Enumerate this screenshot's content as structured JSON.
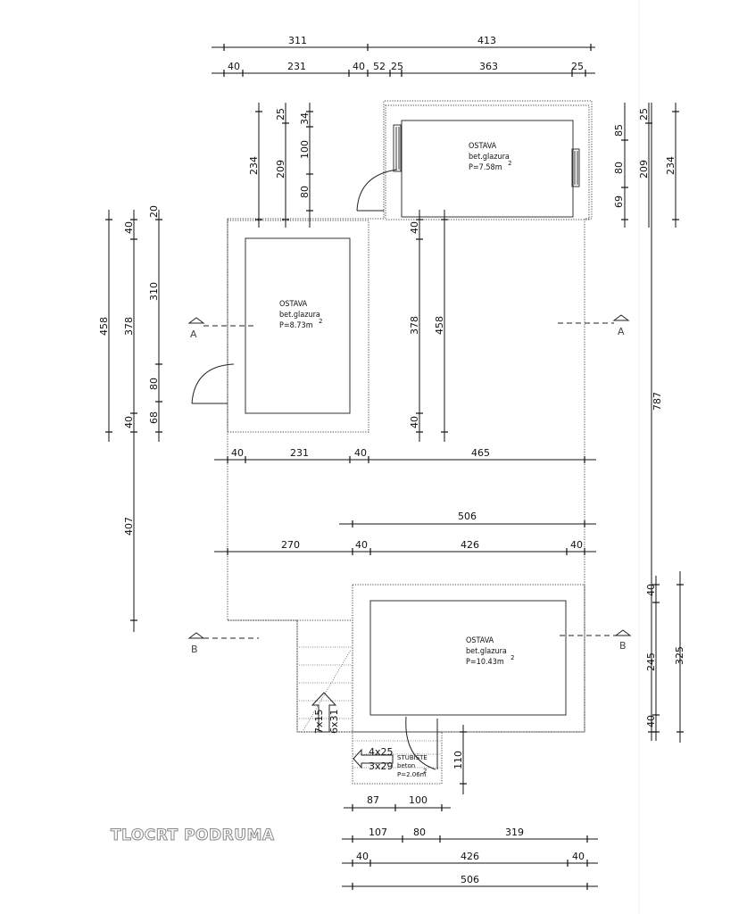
{
  "title": "TLOCRT PODRUMA",
  "rooms": [
    {
      "name": "OSTAVA",
      "finish": "bet.glazura",
      "area": "P=7.58m",
      "sup": "2"
    },
    {
      "name": "OSTAVA",
      "finish": "bet.glazura",
      "area": "P=8.73m",
      "sup": "2"
    },
    {
      "name": "OSTAVA",
      "finish": "bet.glazura",
      "area": "P=10.43m",
      "sup": "2"
    },
    {
      "name": "STUBIŠTE",
      "finish": "beton",
      "area": "P=2.06m",
      "sup": "2"
    }
  ],
  "sections": [
    "A",
    "A",
    "B",
    "B"
  ],
  "stairs": [
    "7x15",
    "6x31",
    "4x25",
    "3x29"
  ],
  "dims": {
    "top_row1": [
      "311",
      "413"
    ],
    "top_row2": [
      "40",
      "231",
      "40",
      "52",
      "25",
      "363",
      "25"
    ],
    "upper_left_vert": [
      "25",
      "34",
      "100",
      "80",
      "234",
      "209"
    ],
    "right_upper_vert": [
      "25",
      "85",
      "80",
      "69",
      "209",
      "234"
    ],
    "left_outer_vert": [
      "20",
      "40",
      "310",
      "378",
      "458",
      "80",
      "40",
      "68",
      "407"
    ],
    "center_vert": [
      "40",
      "378",
      "458",
      "40"
    ],
    "mid_row1": [
      "40",
      "231",
      "40",
      "465"
    ],
    "mid_row2": [
      "506"
    ],
    "mid_row3": [
      "270",
      "40",
      "426",
      "40"
    ],
    "right_outer_vert": [
      "787"
    ],
    "right_lower_vert": [
      "40",
      "245",
      "325",
      "40"
    ],
    "stair_vert": [
      "110"
    ],
    "bottom_row0": [
      "87",
      "100"
    ],
    "bottom_row1": [
      "107",
      "80",
      "319"
    ],
    "bottom_row2": [
      "40",
      "426",
      "40"
    ],
    "bottom_row3": [
      "506"
    ]
  }
}
